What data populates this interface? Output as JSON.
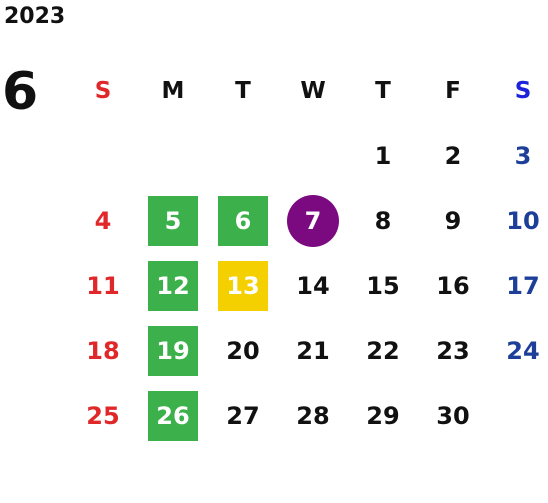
{
  "header": {
    "year": "2023",
    "month": "6"
  },
  "weekdays": [
    "S",
    "M",
    "T",
    "W",
    "T",
    "F",
    "S"
  ],
  "weeks": [
    [
      "",
      "",
      "",
      "",
      "1",
      "2",
      "3"
    ],
    [
      "4",
      "5",
      "6",
      "7",
      "8",
      "9",
      "10"
    ],
    [
      "11",
      "12",
      "13",
      "14",
      "15",
      "16",
      "17"
    ],
    [
      "18",
      "19",
      "20",
      "21",
      "22",
      "23",
      "24"
    ],
    [
      "25",
      "26",
      "27",
      "28",
      "29",
      "30",
      ""
    ]
  ],
  "highlights": {
    "green": [
      "5",
      "6",
      "12",
      "19",
      "26"
    ],
    "yellow": [
      "13"
    ],
    "circle": [
      "7"
    ]
  },
  "colors": {
    "green": "#3cb04a",
    "yellow": "#f4d000",
    "purple": "#7b0a80",
    "sunday": "#e0282a",
    "saturday": "#1e3f99",
    "saturday_header": "#1e22d8"
  }
}
